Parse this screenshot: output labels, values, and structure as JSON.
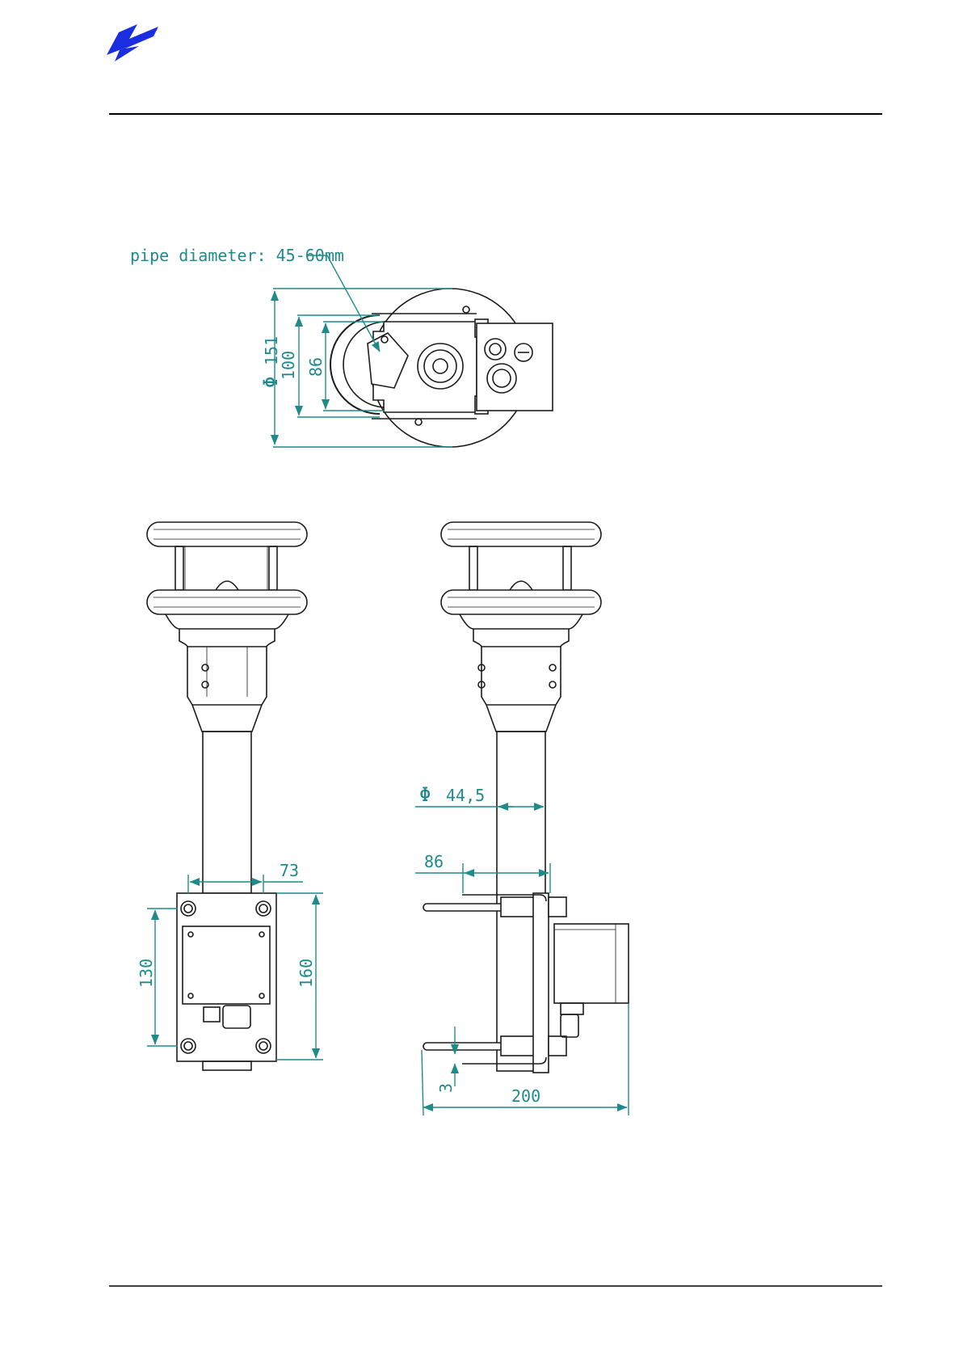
{
  "colors": {
    "line": "#1c1c1c",
    "dimension": "#1f8a8a",
    "logo": "#1a2de0",
    "rule": "#000000"
  },
  "logo": {
    "icon": "company-logo-icon"
  },
  "top_view": {
    "pipe_note": "pipe diameter: 45-60mm",
    "dim_outer_diameter_symbol": "Φ",
    "dim_outer_diameter": "151",
    "dim_clamp_outer": "100",
    "dim_clamp_inner": "86"
  },
  "front_view": {
    "dim_box_width": "73",
    "dim_box_height": "160",
    "dim_bolt_spacing": "130"
  },
  "side_view": {
    "dim_pipe_diameter_symbol": "Φ",
    "dim_pipe_diameter": "44,5",
    "dim_clamp_depth": "86",
    "dim_thickness": "3",
    "dim_total_length": "200"
  }
}
